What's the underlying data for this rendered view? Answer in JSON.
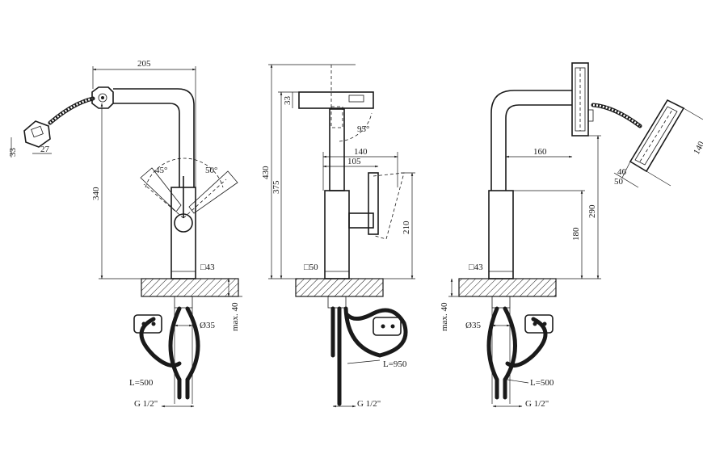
{
  "views": {
    "left": {
      "width_205": "205",
      "height_340": "340",
      "angle_45": "45°",
      "angle_50": "50°",
      "square_43": "□43",
      "head_33": "33",
      "head_27": "27",
      "dia_35": "Ø35",
      "max_40": "max. 40",
      "hose_len": "L=500",
      "thread": "G 1/2\""
    },
    "middle": {
      "height_430": "430",
      "height_375": "375",
      "head_33": "33",
      "angle_95": "95°",
      "width_140": "140",
      "width_105": "105",
      "height_210": "210",
      "square_50": "□50",
      "hose_len": "L=950",
      "thread": "G 1/2\""
    },
    "right": {
      "width_160": "160",
      "height_290": "290",
      "height_180": "180",
      "head_140": "140",
      "head_46": "46",
      "head_50": "50",
      "square_43": "□43",
      "dia_35": "Ø35",
      "max_40": "max. 40",
      "hose_len": "L=500",
      "thread": "G 1/2\""
    }
  }
}
